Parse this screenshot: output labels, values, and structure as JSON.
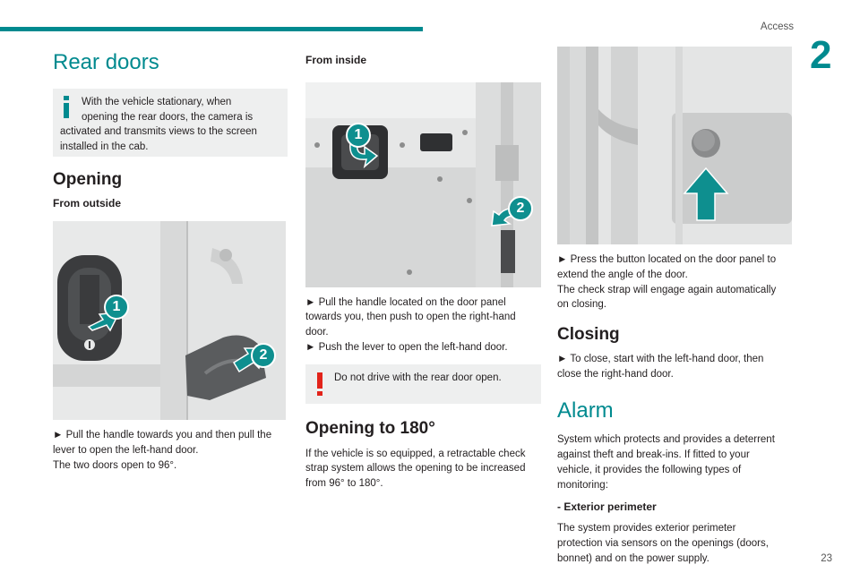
{
  "header": {
    "section": "Access",
    "chapter": "2"
  },
  "page_number": "23",
  "col1": {
    "title": "Rear doors",
    "info_note_line1": "With the vehicle stationary, when",
    "info_note_line2": "opening the rear doors, the camera is",
    "info_note_line3": "activated and transmits views to the screen",
    "info_note_line4": "installed in the cab.",
    "opening_heading": "Opening",
    "from_outside": "From outside",
    "fig_badge1": "1",
    "fig_badge2": "2",
    "text_line1": "► Pull the handle towards you and then pull the",
    "text_line2": "lever to open the left-hand door.",
    "text_line3": "The two doors open to 96°."
  },
  "col2": {
    "from_inside": "From inside",
    "fig_badge1": "1",
    "fig_badge2": "2",
    "text_line1": "► Pull the handle located on the door panel",
    "text_line2": "towards you, then push to open the right-hand",
    "text_line3": "door.",
    "text_line4": "► Push the lever to open the left-hand door.",
    "warning": "Do not drive with the rear door open.",
    "opening180_heading": "Opening to 180°",
    "opening180_line1": "If the vehicle is so equipped, a retractable check",
    "opening180_line2": "strap system allows the opening to be increased",
    "opening180_line3": "from 96° to 180°."
  },
  "col3": {
    "text_line1": "► Press the button located on the door panel to",
    "text_line2": "extend the angle of the door.",
    "text_line3": "The check strap will engage again automatically",
    "text_line4": "on closing.",
    "closing_heading": "Closing",
    "closing_line1": "► To close, start with the left-hand door, then",
    "closing_line2": "close the right-hand door.",
    "alarm_heading": "Alarm",
    "alarm_line1": "System which protects and provides a deterrent",
    "alarm_line2": "against theft and break-ins. If fitted to your",
    "alarm_line3": "vehicle, it provides the following types of",
    "alarm_line4": "monitoring:",
    "exterior_heading": "- Exterior perimeter",
    "exterior_line1": "The system provides exterior perimeter",
    "exterior_line2": "protection via sensors on the openings (doors,",
    "exterior_line3": "bonnet) and on the power supply."
  },
  "colors": {
    "accent": "#008a8f",
    "badge": "#0e8f8f",
    "warning": "#e2231a",
    "note_bg": "#eeefef"
  }
}
